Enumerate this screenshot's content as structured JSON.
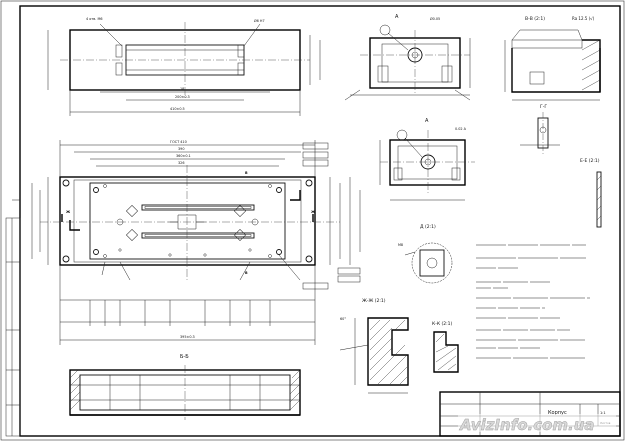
{
  "drawing": {
    "section_labels": {
      "bb": "Б-Б",
      "vv": "В-В (2:1)",
      "gg": "Г-Г",
      "dd": "Д (2:1)",
      "ee": "Е-Е (2:1)",
      "zhzh": "Ж-Ж (2:1)",
      "kk": "К-К (2:1)",
      "view_a": "А",
      "bottom_section": "Б-Б"
    },
    "roughness": "Ra 12.5 (√)",
    "title_block": {
      "name": "Корпус",
      "scale": "1:1",
      "sheet": "Лист",
      "sheets": "Листов"
    },
    "watermark": "AvizInfo.com.ua"
  }
}
